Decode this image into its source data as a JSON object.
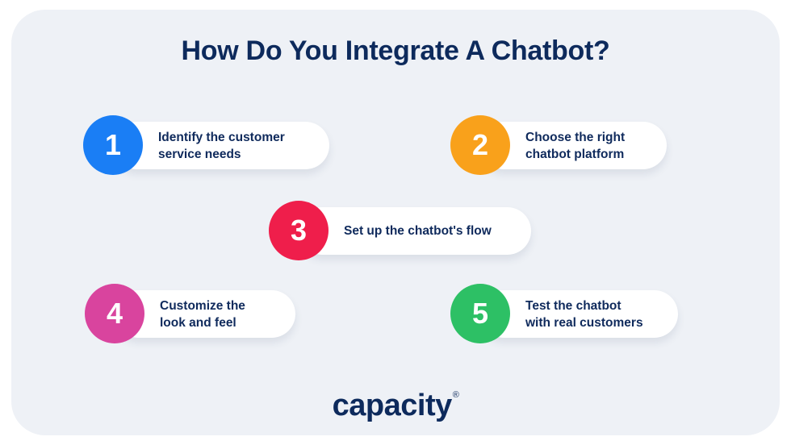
{
  "title": "How Do You Integrate A Chatbot?",
  "steps": [
    {
      "number": "1",
      "text": "Identify the customer\nservice needs",
      "color": "#1a7ef5"
    },
    {
      "number": "2",
      "text": "Choose the right\nchatbot platform",
      "color": "#f9a11b"
    },
    {
      "number": "3",
      "text": "Set up the chatbot's flow",
      "color": "#ef1e4b"
    },
    {
      "number": "4",
      "text": "Customize the\nlook and feel",
      "color": "#d9449e"
    },
    {
      "number": "5",
      "text": "Test the chatbot\nwith real customers",
      "color": "#2dc065"
    }
  ],
  "logo": {
    "text": "capacity",
    "mark": "®"
  }
}
